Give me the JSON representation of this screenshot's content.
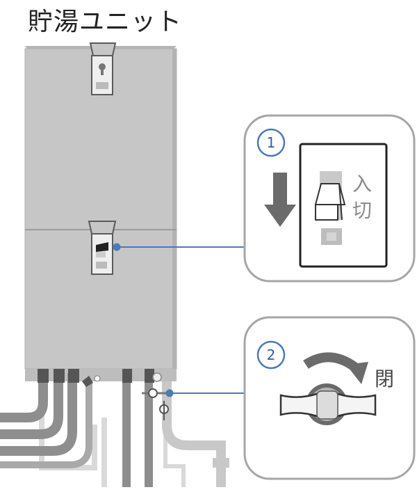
{
  "title": "貯湯ユニット",
  "step1": {
    "number": "1",
    "switch_on_label": "入",
    "switch_off_label": "切"
  },
  "step2": {
    "number": "2",
    "close_label": "閉"
  },
  "colors": {
    "unit_body": "#c4c4c4",
    "unit_shadow": "#a9a9a9",
    "pipe": "#8c8c8c",
    "leader_line": "#4a7ab8",
    "callout_border": "#a6a6a6",
    "badge_border": "#4a7ab8",
    "arrow": "#6b6b6b"
  },
  "icons": [
    "down-arrow-icon",
    "rocker-switch-icon",
    "rotate-arrow-icon",
    "valve-handle-icon"
  ]
}
